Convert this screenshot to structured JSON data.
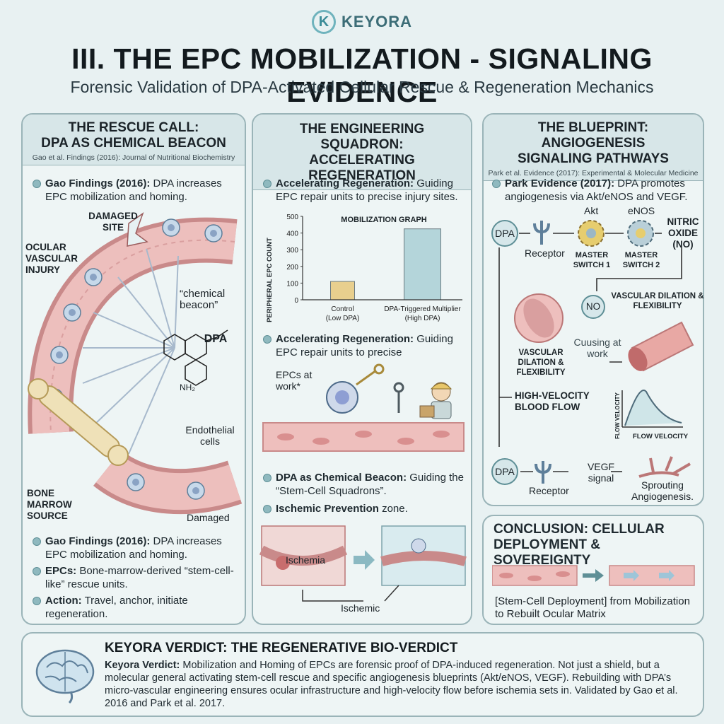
{
  "brand": {
    "name": "KEYORA",
    "logo_letter": "K"
  },
  "title": "III. THE EPC MOBILIZATION - SIGNALING EVIDENCE",
  "subtitle": "Forensic Validation of DPA-Activated Cellular Rescue & Regeneration Mechanics",
  "panel1": {
    "title_line1": "THE RESCUE CALL:",
    "title_line2": "DPA AS CHEMICAL BEACON",
    "citation": "Gao et al. Findings (2016): Journal of Nutritional Biochemistry",
    "bullet_top_bold": "Gao Findings (2016):",
    "bullet_top_text": " DPA increases EPC mobilization and homing.",
    "labels": {
      "damaged_site": "DAMAGED SITE",
      "ocular_injury": "OCULAR VASCULAR INJURY",
      "chemical_beacon": "“chemical beacon”",
      "dpa": "DPA",
      "nh2": "NH₂",
      "endothelial": "Endothelial cells",
      "bone_marrow": "BONE MARROW SOURCE",
      "damaged": "Damaged"
    },
    "bullets": [
      {
        "bold": "Gao Findings (2016):",
        "text": " DPA increases EPC mobilization and homing."
      },
      {
        "bold": "EPCs:",
        "text": " Bone-marrow-derived “stem-cell-like” rescue units."
      },
      {
        "bold": "Action:",
        "text": " Travel, anchor, initiate regeneration."
      }
    ]
  },
  "panel2": {
    "title_line1": "THE ENGINEERING SQUADRON:",
    "title_line2": "ACCELERATING REGENERATION",
    "bullet1_bold": "Accelerating Regeneration:",
    "bullet1_text": " Guiding EPC repair units to precise injury sites.",
    "bullet2_bold": "Accelerating Regeneration:",
    "bullet2_text": " Guiding EPC repair units to precise",
    "epcs_label": "EPCs at work*",
    "bullet3_bold": "DPA as Chemical Beacon:",
    "bullet3_text": " Guiding the “Stem-Cell Squadrons”.",
    "bullet4_bold": "Ischemic Prevention",
    "bullet4_text": " zone.",
    "ischemia_label": "Ischemia",
    "ischemic_label": "Ischemic"
  },
  "chart_data": {
    "type": "bar",
    "title": "MOBILIZATION GRAPH",
    "ylabel": "PERIPHERAL EPC COUNT",
    "xlabel": "",
    "categories": [
      "Control (Low DPA)",
      "DPA-Triggered Multiplier (High DPA)"
    ],
    "category_lines": [
      [
        "Control",
        "(Low DPA)"
      ],
      [
        "DPA-Triggered Multiplier",
        "(High DPA)"
      ]
    ],
    "values": [
      110,
      425
    ],
    "ylim": [
      0,
      500
    ],
    "yticks": [
      0,
      100,
      200,
      300,
      400,
      500
    ],
    "colors": [
      "#e8cf8e",
      "#b4d5da"
    ],
    "grid": false
  },
  "panel3": {
    "title_line1": "THE BLUEPRINT: ANGIOGENESIS",
    "title_line2": "SIGNALING PATHWAYS",
    "citation": "Park et al. Evidence (2017): Experimental & Molecular Medicine",
    "bullet_bold": "Park Evidence (2017):",
    "bullet_text": " DPA promotes angiogenesis via Akt/eNOS and VEGF.",
    "dpa": "DPA",
    "receptor": "Receptor",
    "akt": "Akt",
    "enos": "eNOS",
    "master1": "MASTER SWITCH 1",
    "master2": "MASTER SWITCH 2",
    "nitric": "NITRIC OXIDE (NO)",
    "no": "NO",
    "vd_right": "VASCULAR DILATION & FLEXIBILITY",
    "vd_left": "VASCULAR DILATION & FLEXIBILITY",
    "cuusing": "Cuusing at work",
    "hv_flow": "HIGH-VELOCITY BLOOD FLOW",
    "flow_velocity_y": "FLOW VELOCITY",
    "flow_velocity_x": "FLOW VELOCITY",
    "vegf": "VEGF signal",
    "sprouting": "Sprouting Angiogenesis."
  },
  "panel4": {
    "title_line1": "CONCLUSION: CELLULAR",
    "title_line2": "DEPLOYMENT & SOVEREIGNTY",
    "caption": "[Stem-Cell Deployment] from Mobilization to Rebuilt Ocular Matrix"
  },
  "verdict": {
    "title": "KEYORA VERDICT: THE REGENERATIVE BIO-VERDICT",
    "bold": "Keyora Verdict:",
    "text": " Mobilization and Homing of EPCs are forensic proof of DPA-induced regeneration. Not just a shield, but a molecular general activating stem-cell rescue and specific angiogenesis blueprints (Akt/eNOS, VEGF). Rebuilding with DPA’s micro-vascular engineering ensures ocular infrastructure and high-velocity flow before ischemia sets in. Validated by Gao et al. 2016 and Park et al. 2017."
  }
}
